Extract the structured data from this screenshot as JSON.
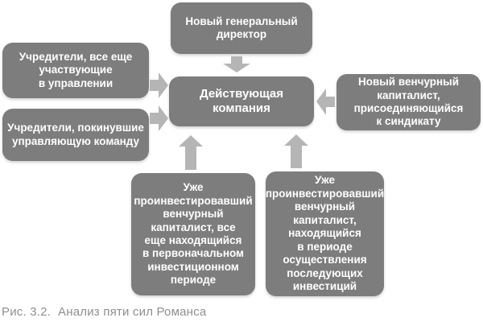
{
  "colors": {
    "box_fill": "#7d7d7d",
    "box_text": "#ffffff",
    "arrow_fill": "#b5b5b5",
    "caption_color": "#8f8f8f",
    "background": "#ffffff"
  },
  "nodes": {
    "company": {
      "label": "Действующая компания"
    },
    "new_ceo": {
      "label": "Новый генеральный\nдиректор"
    },
    "founders_active": {
      "label": "Учредители, все еще\nучаствующие\nв управлении"
    },
    "founders_departed": {
      "label": "Учредители, покинувшие\nуправляющую команду"
    },
    "new_vc": {
      "label": "Новый венчурный\nкапиталист,\nприсоединяющийся\nк синдикату"
    },
    "vc_initial_period": {
      "label": "Уже\nпроинвестировавший\nвенчурный\nкапиталист, все\nеще находящийся\nв первоначальном\nинвестиционном\nпериоде"
    },
    "vc_followon_period": {
      "label": "Уже\nпроинвестировавший\nвенчурный\nкапиталист,\nнаходящийся\nв периоде\nосуществления\nпоследующих\nинвестиций"
    }
  },
  "arrows": {
    "ceo_to_company": "down",
    "founders_active_to_company": "right",
    "founders_departed_to_company": "right",
    "new_vc_to_company": "left",
    "vc_initial_to_company": "up",
    "vc_followon_to_company": "up"
  },
  "caption": {
    "prefix": "Рис. 3.2.",
    "text": "Анализ пяти сил Романса"
  }
}
